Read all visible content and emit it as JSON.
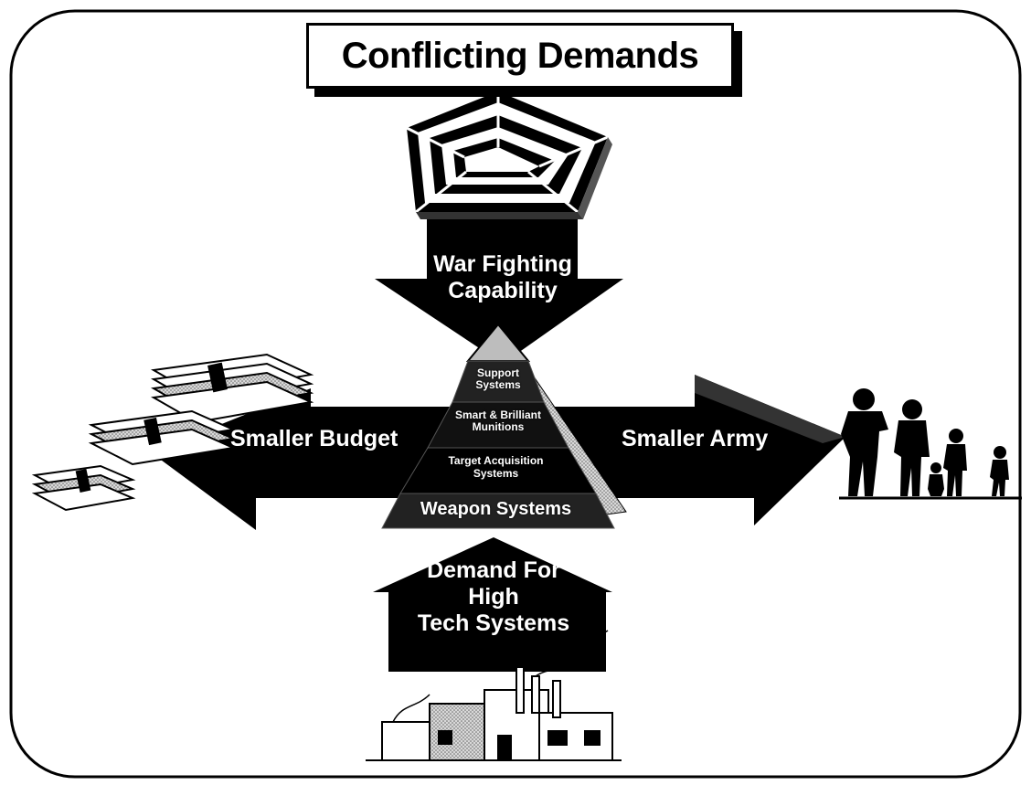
{
  "title": "Conflicting Demands",
  "arrows": {
    "top": {
      "line1": "War Fighting",
      "line2": "Capability"
    },
    "left": {
      "label": "Smaller Budget"
    },
    "right": {
      "label": "Smaller Army"
    },
    "bottom": {
      "line1": "Demand For",
      "line2": "High",
      "line3": "Tech Systems"
    }
  },
  "pyramid": {
    "tier2": {
      "line1": "Support",
      "line2": "Systems"
    },
    "tier3": {
      "line1": "Smart & Brilliant",
      "line2": "Munitions"
    },
    "tier4": {
      "line1": "Target Acquisition",
      "line2": "Systems"
    },
    "tier5": {
      "label": "Weapon Systems"
    }
  },
  "icons": {
    "top": "pentagon-building-icon",
    "left": "money-stacks-icon",
    "right": "soldiers-icon",
    "bottom": "factory-icon"
  }
}
